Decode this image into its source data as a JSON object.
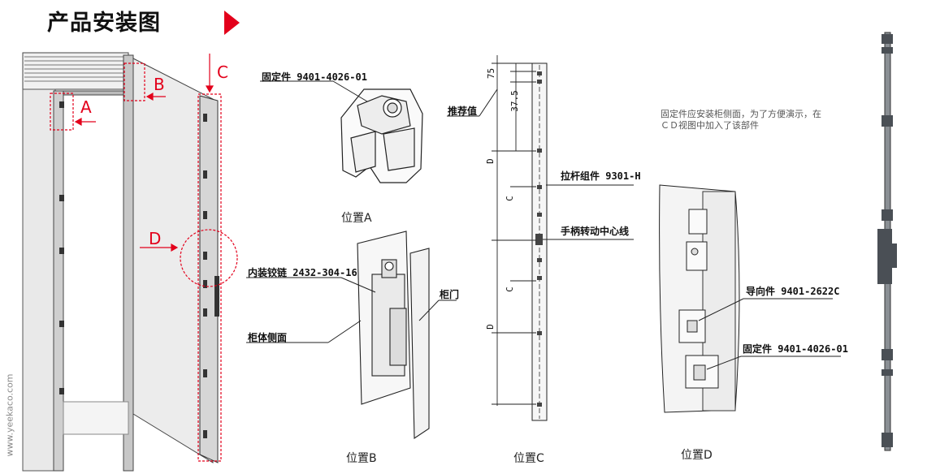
{
  "page": {
    "title": "产品安装图",
    "watermark": "www.yeekaco.com",
    "note": "固定件应安装柜侧面，为了方便演示，在ＣＤ视图中加入了该部件"
  },
  "cabinet": {
    "markers": {
      "a": "A",
      "b": "B",
      "c": "C",
      "d": "D"
    }
  },
  "position_a": {
    "caption": "位置A",
    "callout": "固定件 9401-4026-01"
  },
  "position_b": {
    "caption": "位置B",
    "callouts": {
      "hinge": "内装铰链 2432-304-16",
      "door": "柜门",
      "side": "柜体侧面"
    }
  },
  "position_c": {
    "caption": "位置C",
    "dims": {
      "d75": "75",
      "d375": "37.5",
      "D": "D",
      "C": "C"
    },
    "callouts": {
      "recommended": "推荐值",
      "rod": "拉杆组件 9301-H",
      "handle_center": "手柄转动中心线"
    }
  },
  "position_d": {
    "caption": "位置D",
    "callouts": {
      "guide": "导向件 9401-2622C",
      "fixed": "固定件 9401-4026-01"
    }
  },
  "colors": {
    "accent": "#e3001b",
    "line": "#222222"
  }
}
